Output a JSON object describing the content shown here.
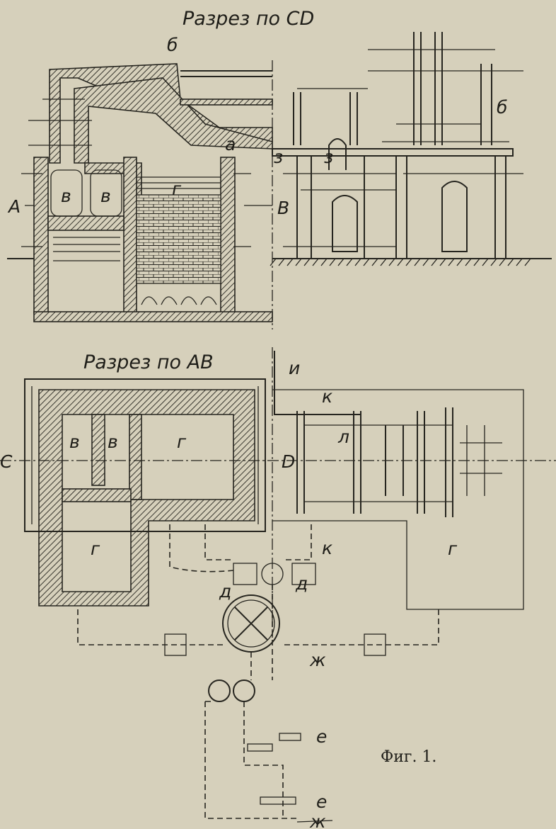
{
  "top_section": {
    "title": "Разрез по CD",
    "labels": {
      "b_left": "б",
      "a": "а",
      "z1": "з",
      "z2": "з",
      "b_right": "б",
      "v1": "в",
      "v2": "в",
      "g": "г",
      "A": "A",
      "B": "B"
    }
  },
  "bottom_section": {
    "title": "Разрез по AB",
    "labels": {
      "C": "C",
      "D": "D",
      "v1": "в",
      "v2": "в",
      "g1": "г",
      "g2": "г",
      "g3": "г",
      "i": "и",
      "k1": "к",
      "k2": "к",
      "l": "л",
      "d1": "д",
      "d2": "д",
      "zh1": "ж",
      "zh2": "ж",
      "e1": "е",
      "e2": "е"
    }
  },
  "caption": "Фиг. 1."
}
